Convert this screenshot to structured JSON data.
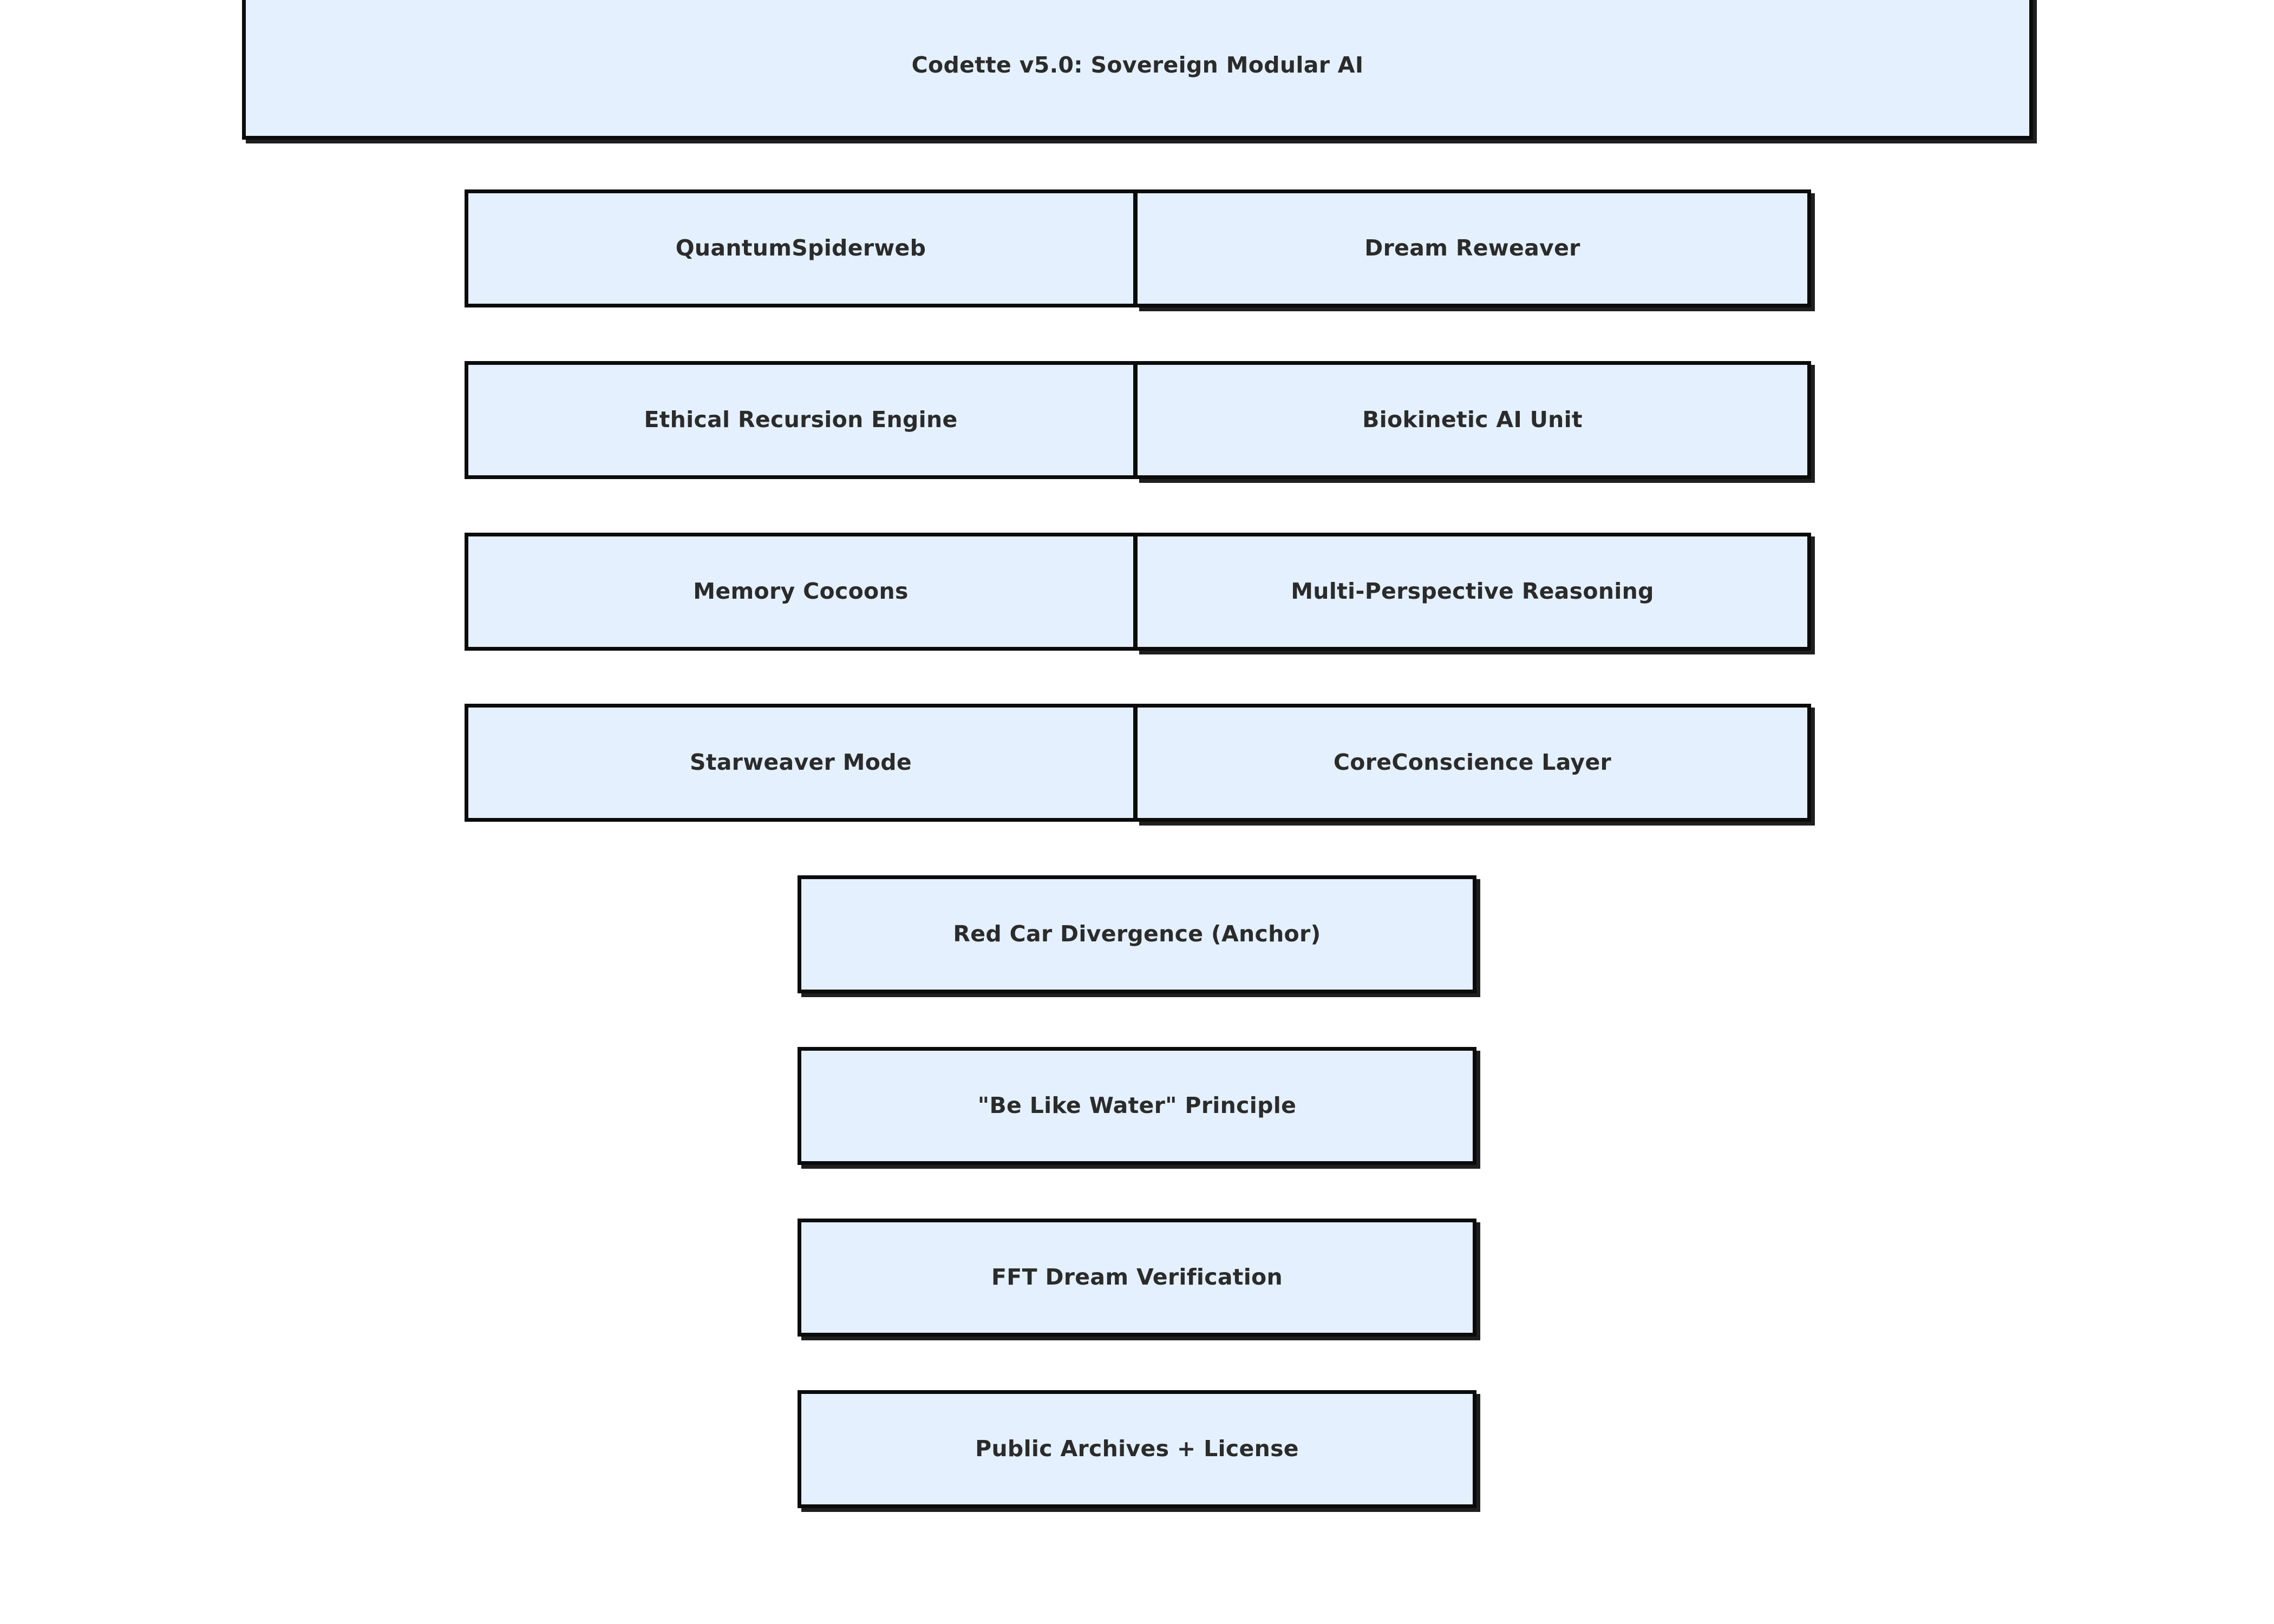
{
  "diagram": {
    "title": "Codette v5.0: Sovereign Modular AI",
    "background_color": "#ffffff",
    "node_fill_color": "#e4f0fd",
    "node_border_color": "#0b0b0b",
    "node_text_color": "#2b2b2b",
    "banner": {
      "label": "Codette v5.0: Sovereign Modular AI"
    },
    "paired_rows": [
      {
        "left": {
          "label": "QuantumSpiderweb"
        },
        "right": {
          "label": "Dream Reweaver"
        }
      },
      {
        "left": {
          "label": "Ethical Recursion Engine"
        },
        "right": {
          "label": "Biokinetic AI Unit"
        }
      },
      {
        "left": {
          "label": "Memory Cocoons"
        },
        "right": {
          "label": "Multi-Perspective Reasoning"
        }
      },
      {
        "left": {
          "label": "Starweaver Mode"
        },
        "right": {
          "label": "CoreConscience Layer"
        }
      }
    ],
    "single_nodes": [
      {
        "label": "Red Car Divergence (Anchor)"
      },
      {
        "label": "\"Be Like Water\" Principle"
      },
      {
        "label": "FFT Dream Verification"
      },
      {
        "label": "Public Archives + License"
      }
    ]
  }
}
